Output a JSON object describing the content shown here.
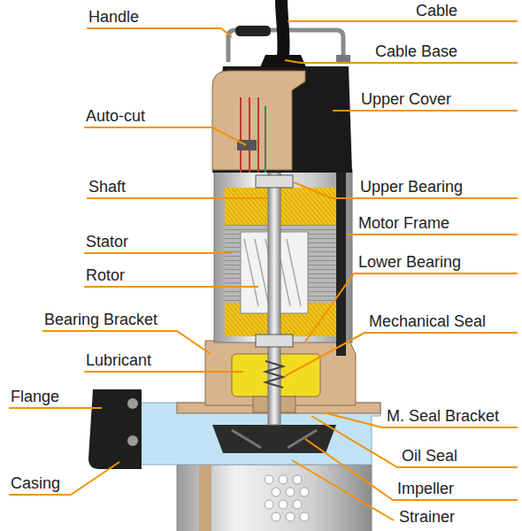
{
  "diagram": {
    "labels": [
      "Cable",
      "Handle",
      "Cable Base",
      "Upper Cover",
      "Auto-cut",
      "Shaft",
      "Upper Bearing",
      "Motor Frame",
      "Stator",
      "Lower Bearing",
      "Rotor",
      "Bearing Bracket",
      "Mechanical Seal",
      "Lubricant",
      "Flange",
      "M. Seal Bracket",
      "Oil Seal",
      "Casing",
      "Impeller",
      "Strainer"
    ]
  }
}
